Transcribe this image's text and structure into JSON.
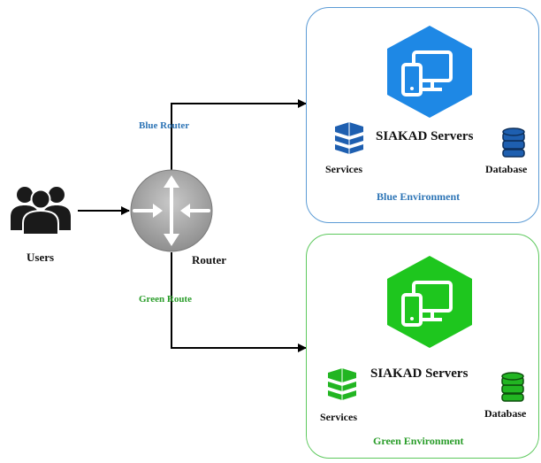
{
  "users": {
    "label": "Users",
    "icon": "users-group-icon"
  },
  "router": {
    "label": "Router",
    "icon": "router-icon"
  },
  "routes": {
    "blue": {
      "label": "Blue Router",
      "color": "#2e75b6"
    },
    "green": {
      "label": "Green Route",
      "color": "#2a9d2a"
    }
  },
  "blue_env": {
    "title": "Blue Environment",
    "servers_label": "SIAKAD Servers",
    "services_label": "Services",
    "database_label": "Database",
    "accent": "#1e88e5",
    "border": "#5b9bd5",
    "icons": {
      "main": "desktop-mobile-icon",
      "services": "stacked-disks-icon",
      "database": "database-icon"
    }
  },
  "green_env": {
    "title": "Green Environment",
    "servers_label": "SIAKAD Servers",
    "services_label": "Services",
    "database_label": "Database",
    "accent": "#1ec61e",
    "border": "#5cc85c",
    "icons": {
      "main": "desktop-mobile-icon",
      "services": "stacked-disks-icon",
      "database": "database-icon"
    }
  }
}
